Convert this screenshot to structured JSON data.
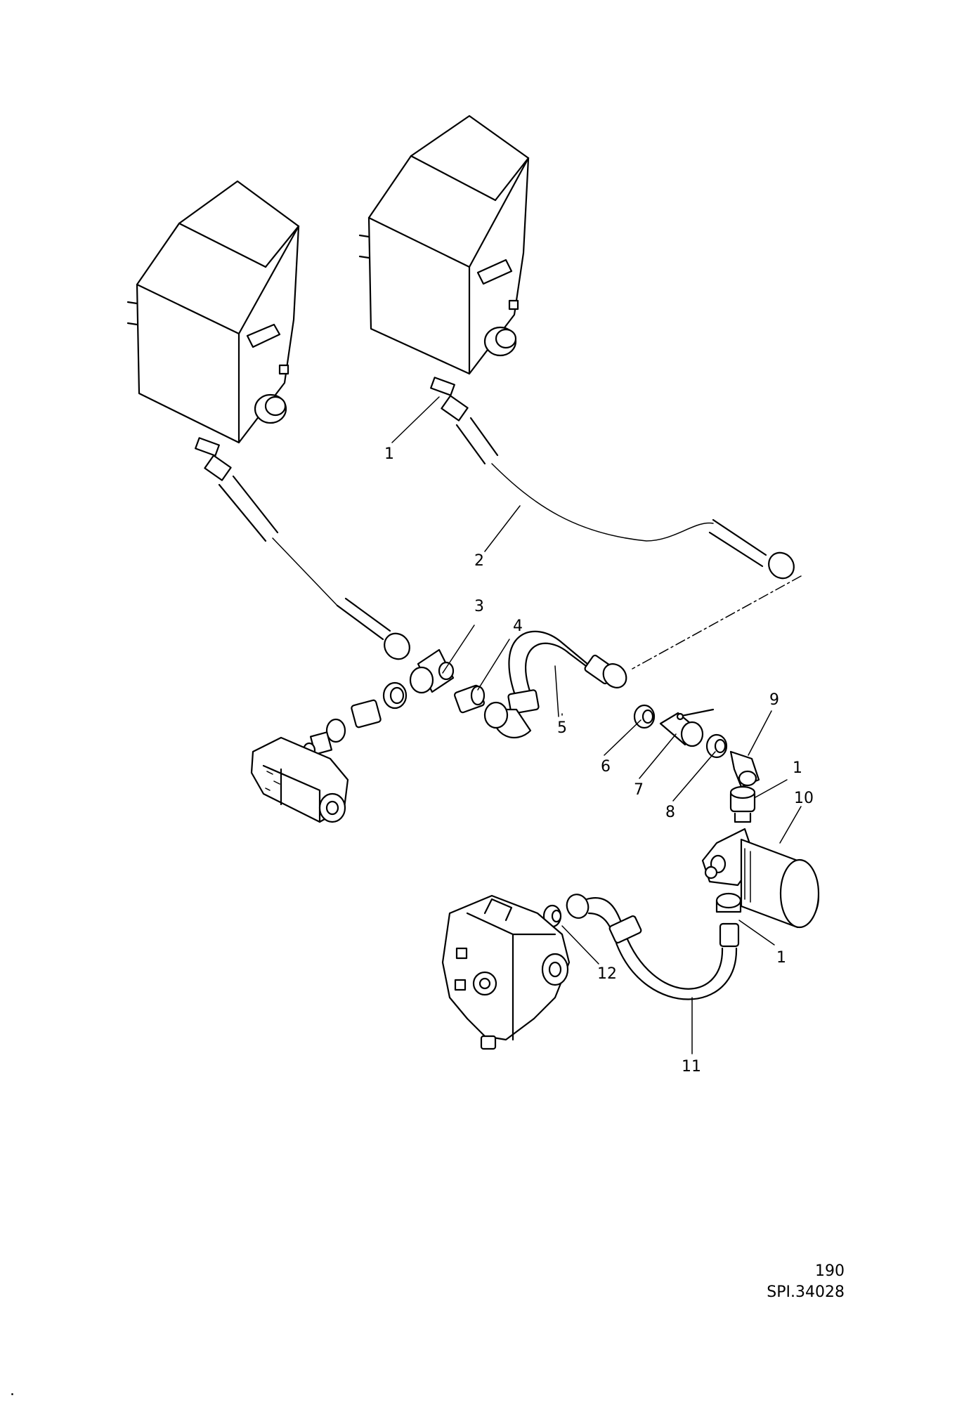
{
  "callouts": {
    "c1_top": "1",
    "c2": "2",
    "c3": "3",
    "c4": "4",
    "c5": "5",
    "c6": "6",
    "c7": "7",
    "c8": "8",
    "c9": "9",
    "c1_mid": "1",
    "c10": "10",
    "c1_low": "1",
    "c11": "11",
    "c12": "12"
  },
  "footer": {
    "page_number": "190",
    "drawing_ref": "SPI.34028"
  },
  "corner_mark": "."
}
